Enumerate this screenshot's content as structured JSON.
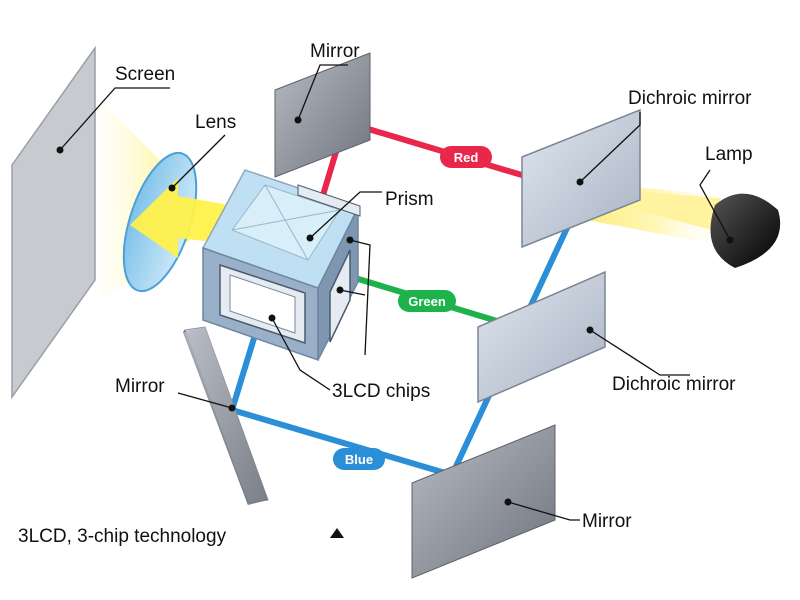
{
  "labels": {
    "screen": "Screen",
    "lens": "Lens",
    "mirror_top": "Mirror",
    "prism": "Prism",
    "dichroic_top": "Dichroic mirror",
    "lamp": "Lamp",
    "mirror_left": "Mirror",
    "chips": "3LCD chips",
    "dichroic_bottom": "Dichroic mirror",
    "mirror_bottom": "Mirror"
  },
  "beams": {
    "red": "Red",
    "green": "Green",
    "blue": "Blue"
  },
  "caption": "3LCD, 3-chip technology",
  "colors": {
    "red": "#e8274a",
    "green": "#1db34a",
    "blue": "#2a8fd6",
    "light": "#fff0a0",
    "mirror": "#8a8f99",
    "prism": "#bfe0f2"
  }
}
